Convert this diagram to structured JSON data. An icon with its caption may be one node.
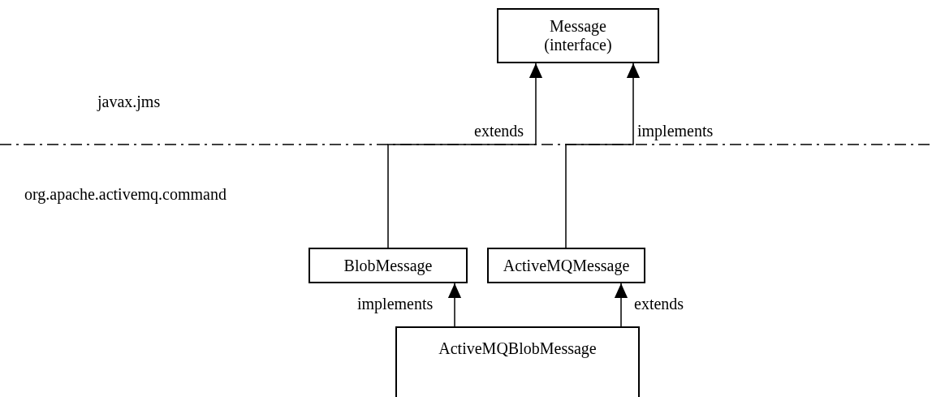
{
  "diagram": {
    "nodes": [
      {
        "text": [
          "Message (interface)"
        ]
      },
      {
        "text": [
          "BlobMessage"
        ]
      },
      {
        "text": [
          "ActiveMQMessage"
        ]
      },
      {
        "text": [
          "ActiveMQBlobMessage"
        ]
      }
    ],
    "edges": [
      {
        "from": 1,
        "to": 0,
        "arrow": "to",
        "label": "extends"
      },
      {
        "from": 2,
        "to": 0,
        "arrow": "to",
        "label": "implements"
      },
      {
        "from": 3,
        "to": 1,
        "arrow": "to",
        "label": "implements"
      },
      {
        "from": 3,
        "to": 2,
        "arrow": "to",
        "label": "extends"
      }
    ],
    "labels": [
      "javax.jms",
      "org.apache.activemq.command"
    ]
  }
}
